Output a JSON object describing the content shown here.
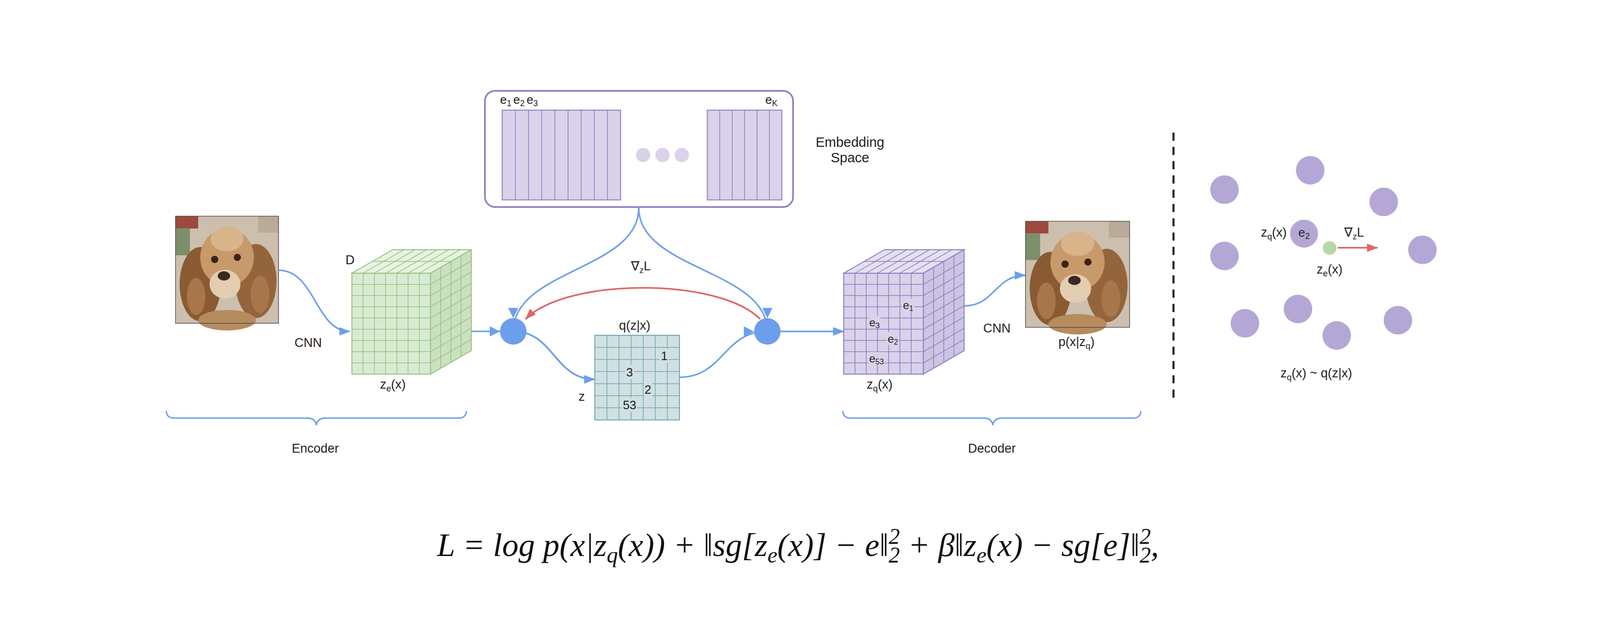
{
  "diagram": {
    "nodes": [
      {
        "text": [
          "D",
          "ze(x)"
        ]
      },
      {
        "text": [
          "e1",
          "e2",
          "e3",
          "eK",
          "Embedding Space"
        ]
      },
      {
        "text": [
          "q(z|x)",
          "1",
          "3",
          "2",
          "53"
        ]
      },
      {
        "text": [
          "e1",
          "e3",
          "e2",
          "e53",
          "zq(x)"
        ]
      },
      {
        "text": [
          "p(x|zq)"
        ]
      },
      {
        "text": [
          "e2"
        ]
      },
      {
        "text": [
          "ze(x)"
        ]
      }
    ],
    "edges": [
      {
        "from": 0,
        "to": 2,
        "arrow": "to",
        "label": "z"
      },
      {
        "from": 1,
        "to": 2,
        "arrow": "to"
      },
      {
        "from": 2,
        "to": 3,
        "arrow": "to"
      },
      {
        "from": 1,
        "to": 3,
        "arrow": "to"
      },
      {
        "from": 3,
        "to": 4,
        "arrow": "to",
        "label": "CNN"
      }
    ],
    "labels": [
      "∇zL",
      "CNN",
      "Encoder",
      "Decoder",
      "zq(x)",
      "∇zL",
      "zq(x) ~ q(z|x)",
      "L = log p(x|zq(x)) + ‖sg[ze(x)] − e‖22 + β‖ze(x) − sg[e]‖22,"
    ]
  }
}
